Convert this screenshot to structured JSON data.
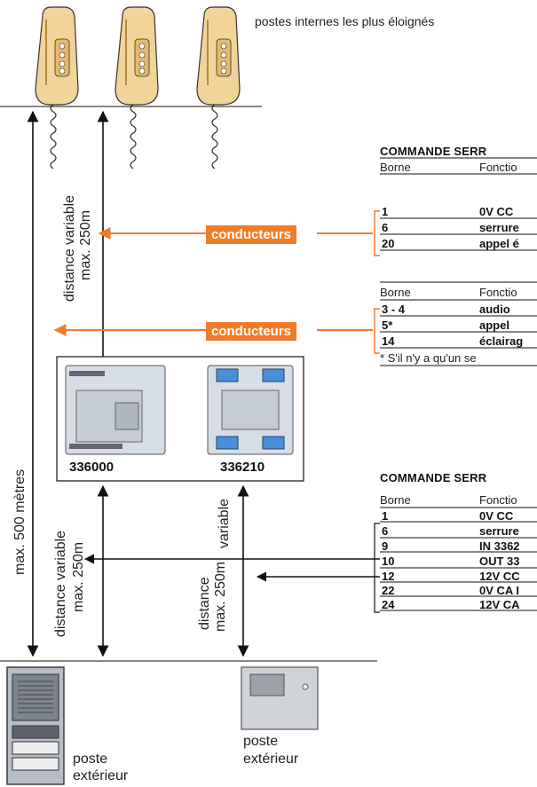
{
  "top_caption": "postes internes les plus éloignés",
  "labels": {
    "max_500": "max. 500 mètres",
    "dist_var_top_1": "distance variable",
    "dist_var_top_2": "max. 250m",
    "dist_var_bl_1": "distance variable",
    "dist_var_bl_2": "max. 250m",
    "variable": "variable",
    "distance": "distance",
    "max_250": "max. 250m"
  },
  "badges": {
    "b1": "conducteurs",
    "b2": "conducteurs"
  },
  "modules": {
    "m1": "336000",
    "m2": "336210"
  },
  "table1": {
    "title": "COMMANDE SERR",
    "headers": [
      "Borne",
      "Fonctio"
    ],
    "rows": [
      [
        "1",
        "0V  CC"
      ],
      [
        "6",
        "serrure"
      ],
      [
        "20",
        "appel é"
      ]
    ]
  },
  "table2": {
    "headers": [
      "Borne",
      "Fonctio"
    ],
    "rows": [
      [
        "3 - 4",
        "audio"
      ],
      [
        "5*",
        "appel"
      ],
      [
        "14",
        "éclairag"
      ]
    ],
    "note": "* S'il n'y a qu'un se"
  },
  "table3": {
    "title": "COMMANDE SERR",
    "headers": [
      "Borne",
      "Fonctio"
    ],
    "rows": [
      [
        "1",
        "0V  CC"
      ],
      [
        "6",
        "serrure"
      ],
      [
        "9",
        "IN 3362"
      ],
      [
        "10",
        "OUT 33"
      ],
      [
        "12",
        "12V CC"
      ],
      [
        "22",
        "0V CA I"
      ],
      [
        "24",
        "12V CA"
      ]
    ]
  },
  "bottom": {
    "left_1": "poste",
    "left_2": "extérieur",
    "right_1": "poste",
    "right_2": "extérieur"
  },
  "colors": {
    "accent": "#f07c2a",
    "phone": "#f2d39a",
    "module": "#d7dde4"
  }
}
